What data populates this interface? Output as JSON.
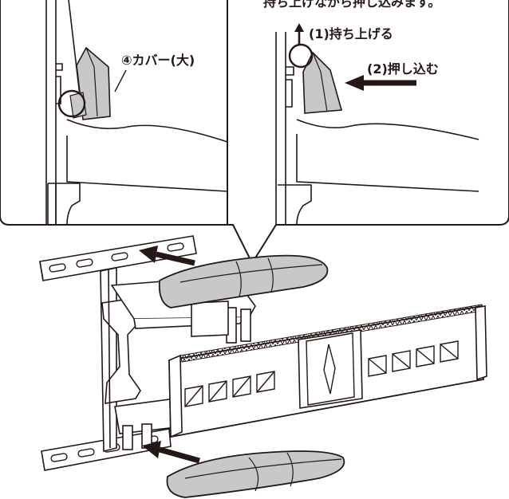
{
  "callout": {
    "header_text": "持ち上げながら押し込みます。",
    "cover_label": "④カバー(大)",
    "step1_label": "(1)持ち上げる",
    "step2_label": "(2)押し込む"
  },
  "colors": {
    "line": "#231815",
    "cover_fill": "#c8c8c8",
    "panel_fill": "#ffffff"
  }
}
